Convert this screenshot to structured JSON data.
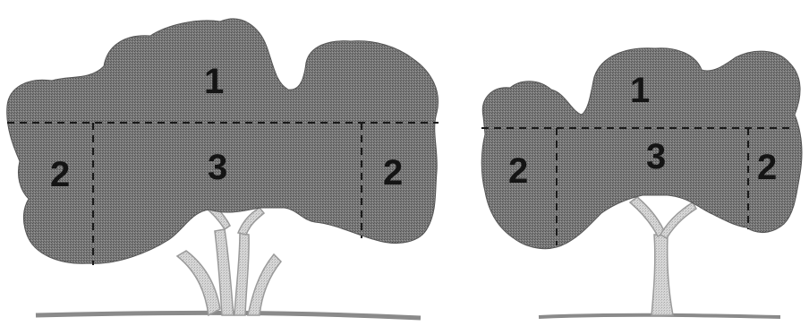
{
  "figure": {
    "crown_color": "#6e6e6e",
    "trunk_color": "#c9c9c9",
    "ground_color": "#8a8a8a",
    "zone_line_color": "#1a1a1a",
    "label_color": "#141414"
  },
  "trees": [
    {
      "name": "large-tree",
      "zones": [
        {
          "label": "1"
        },
        {
          "label": "2"
        },
        {
          "label": "3"
        },
        {
          "label": "2"
        }
      ]
    },
    {
      "name": "small-tree",
      "zones": [
        {
          "label": "1"
        },
        {
          "label": "2"
        },
        {
          "label": "3"
        },
        {
          "label": "2"
        }
      ]
    }
  ]
}
